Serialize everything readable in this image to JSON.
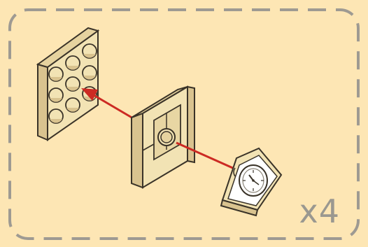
{
  "step": {
    "quantity_label": "x4"
  },
  "colors": {
    "background": "#fde6b4",
    "frame_dash": "#9e9a92",
    "brick_top": "#f2e3b4",
    "brick_side": "#d9c38f",
    "brick_dark": "#b8a36f",
    "outline": "#3a3328",
    "arrow": "#cc2a23",
    "clock_face": "#ffffff"
  },
  "parts": [
    {
      "name": "plate-3x3"
    },
    {
      "name": "bracket-part"
    },
    {
      "name": "clock-tile"
    }
  ]
}
